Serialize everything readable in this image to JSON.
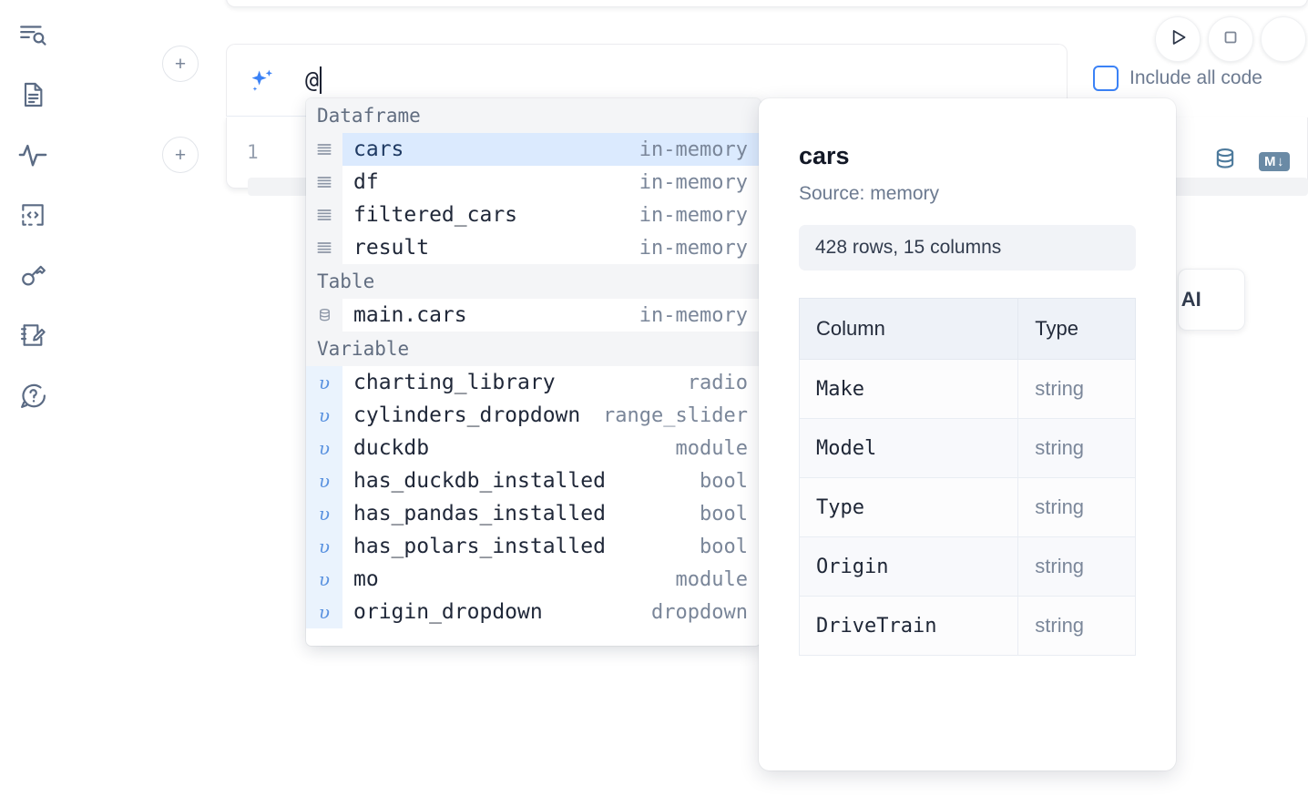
{
  "app": {
    "sidebar": {
      "items": [
        {
          "name": "explore-icon",
          "label": "Explore"
        },
        {
          "name": "document-icon",
          "label": "Notebook"
        },
        {
          "name": "activity-icon",
          "label": "Activity"
        },
        {
          "name": "snippets-icon",
          "label": "Snippets"
        },
        {
          "name": "secrets-key-icon",
          "label": "Secrets"
        },
        {
          "name": "scratchpad-icon",
          "label": "Scratchpad"
        },
        {
          "name": "help-icon",
          "label": "Help"
        }
      ]
    },
    "add_cell_buttons": [
      {
        "label": "+"
      },
      {
        "label": "+"
      }
    ],
    "run_controls": [
      {
        "name": "run-button",
        "icon": "play-icon"
      },
      {
        "name": "stop-button",
        "icon": "stop-icon"
      }
    ],
    "ai_prompt": {
      "icon": "sparkles-icon",
      "value": "@",
      "include_all_code_label": "Include all code",
      "include_all_code_checked": false
    },
    "code_cell": {
      "line_number": "1",
      "icons": [
        {
          "name": "database-icon"
        },
        {
          "name": "markdown-badge",
          "label": "M",
          "arrow": "↓"
        }
      ]
    },
    "ai_card": {
      "text": "h AI"
    }
  },
  "autocomplete": {
    "sections": [
      {
        "title": "Dataframe",
        "items": [
          {
            "icon": "dataframe-icon",
            "name": "cars",
            "meta": "in-memory",
            "selected": true
          },
          {
            "icon": "dataframe-icon",
            "name": "df",
            "meta": "in-memory",
            "selected": false
          },
          {
            "icon": "dataframe-icon",
            "name": "filtered_cars",
            "meta": "in-memory",
            "selected": false
          },
          {
            "icon": "dataframe-icon",
            "name": "result",
            "meta": "in-memory",
            "selected": false
          }
        ]
      },
      {
        "title": "Table",
        "items": [
          {
            "icon": "database-icon",
            "name": "main.cars",
            "meta": "in-memory",
            "selected": false
          }
        ]
      },
      {
        "title": "Variable",
        "items": [
          {
            "icon": "variable-icon",
            "name": "charting_library",
            "meta": "radio",
            "selected": false
          },
          {
            "icon": "variable-icon",
            "name": "cylinders_dropdown",
            "meta": "range_slider",
            "selected": false
          },
          {
            "icon": "variable-icon",
            "name": "duckdb",
            "meta": "module",
            "selected": false
          },
          {
            "icon": "variable-icon",
            "name": "has_duckdb_installed",
            "meta": "bool",
            "selected": false
          },
          {
            "icon": "variable-icon",
            "name": "has_pandas_installed",
            "meta": "bool",
            "selected": false
          },
          {
            "icon": "variable-icon",
            "name": "has_polars_installed",
            "meta": "bool",
            "selected": false
          },
          {
            "icon": "variable-icon",
            "name": "mo",
            "meta": "module",
            "selected": false
          },
          {
            "icon": "variable-icon",
            "name": "origin_dropdown",
            "meta": "dropdown",
            "selected": false
          }
        ]
      }
    ]
  },
  "info_panel": {
    "title": "cars",
    "source": "Source: memory",
    "shape": "428 rows, 15 columns",
    "table": {
      "headers": [
        "Column",
        "Type"
      ],
      "rows": [
        [
          "Make",
          "string"
        ],
        [
          "Model",
          "string"
        ],
        [
          "Type",
          "string"
        ],
        [
          "Origin",
          "string"
        ],
        [
          "DriveTrain",
          "string"
        ]
      ]
    }
  },
  "colors": {
    "accent_blue": "#3b82f6",
    "selection_blue": "#dbeafe",
    "muted_text": "#7a8699",
    "badge_blue": "#6a8aa5"
  }
}
